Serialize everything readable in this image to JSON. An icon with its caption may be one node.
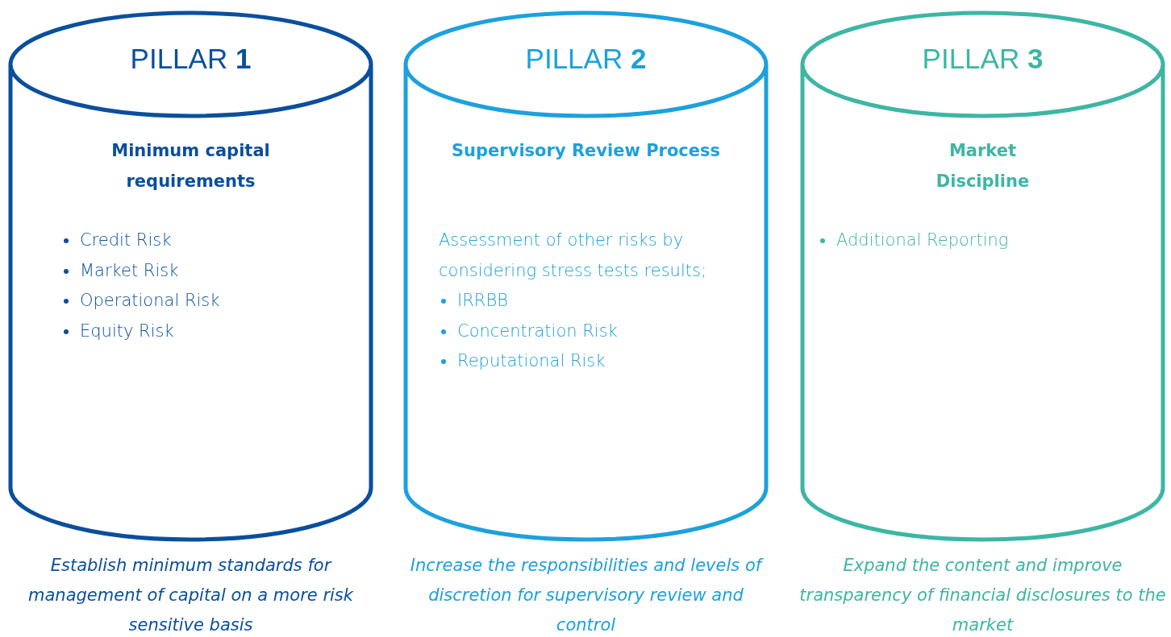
{
  "diagram": {
    "nodes": [
      {
        "text": [
          "PILLAR **1**",
          "Minimum capital requirements",
          "Credit Risk",
          "Market Risk",
          "Operational Risk",
          "Equity Risk"
        ],
        "beside": [
          "Establish minimum standards for management of capital on a more risk sensitive basis"
        ]
      },
      {
        "text": [
          "PILLAR **2**",
          "Supervisory Review Process",
          "Assessment of other risks by considering stress tests results;",
          "IRRBB",
          "Concentration Risk",
          "Reputational Risk"
        ],
        "beside": [
          "Increase the responsibilities and levels of discretion for supervisory review and control"
        ]
      },
      {
        "text": [
          "PILLAR **3**",
          "Market Discipline",
          "Additional Reporting"
        ],
        "beside": [
          "Expand the content and improve transparency of financial disclosures to the market"
        ]
      }
    ]
  }
}
